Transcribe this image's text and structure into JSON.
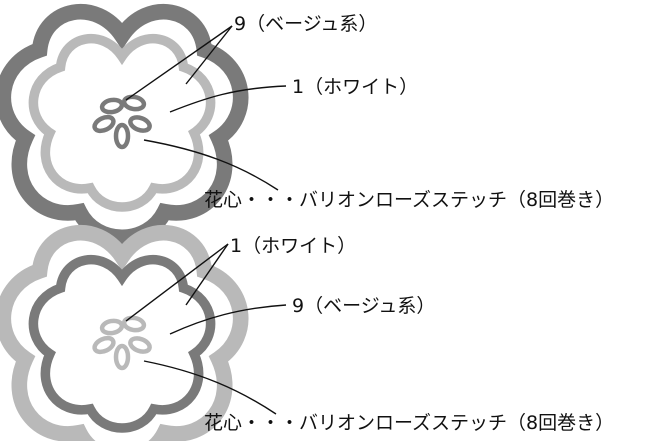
{
  "diagrams": [
    {
      "labels": {
        "outer": "9（ベージュ系）",
        "inner": "1（ホワイト）",
        "center": "花心・・・バリオンローズステッチ（8回巻き）"
      },
      "colors": {
        "outer_band": "#7a7a7a",
        "inner_band": "#b9b9b9",
        "center": "#7a7a7a"
      }
    },
    {
      "labels": {
        "outer": "1（ホワイト）",
        "inner": "9（ベージュ系）",
        "center": "花心・・・バリオンローズステッチ（8回巻き）"
      },
      "colors": {
        "outer_band": "#b9b9b9",
        "inner_band": "#7a7a7a",
        "center": "#b9b9b9"
      }
    }
  ]
}
